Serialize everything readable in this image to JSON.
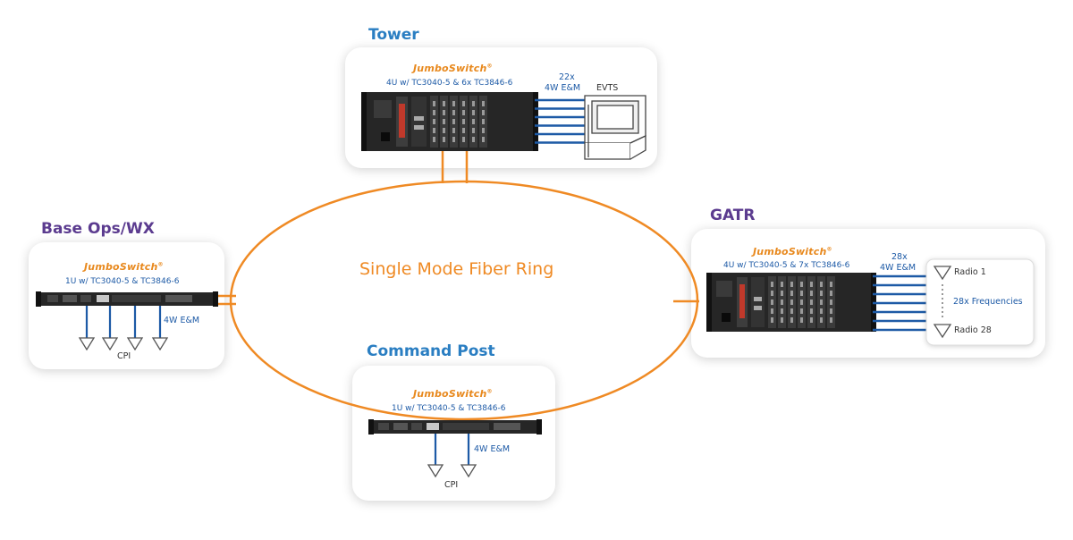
{
  "ring": {
    "label": "Single Mode Fiber Ring"
  },
  "sites": {
    "tower": {
      "title": "Tower",
      "brand": "JumboSwitch",
      "model": "4U w/ TC3040-5 & 6x TC3846-6",
      "link_label_line1": "22x",
      "link_label_line2": "4W E&M",
      "device": "EVTS"
    },
    "base_ops": {
      "title": "Base Ops/WX",
      "brand": "JumboSwitch",
      "model": "1U w/ TC3040-5 & TC3846-6",
      "link_label": "4W E&M",
      "cpi_label": "CPI"
    },
    "gatr": {
      "title": "GATR",
      "brand": "JumboSwitch",
      "model": "4U w/ TC3040-5 & 7x TC3846-6",
      "link_label_line1": "28x",
      "link_label_line2": "4W E&M",
      "radio_first": "Radio 1",
      "radio_freq": "28x Frequencies",
      "radio_last": "Radio 28"
    },
    "command_post": {
      "title": "Command Post",
      "brand": "JumboSwitch",
      "model": "1U w/ TC3040-5 & TC3846-6",
      "link_label": "4W E&M",
      "cpi_label": "CPI"
    }
  },
  "colors": {
    "fiber": "#ef8a24",
    "link_blue": "#1d5aa6",
    "title_blue": "#2a7ec2",
    "title_purple": "#5b3b8f",
    "rack_dark": "#1e1e1e",
    "brand_orange": "#e8891e"
  }
}
